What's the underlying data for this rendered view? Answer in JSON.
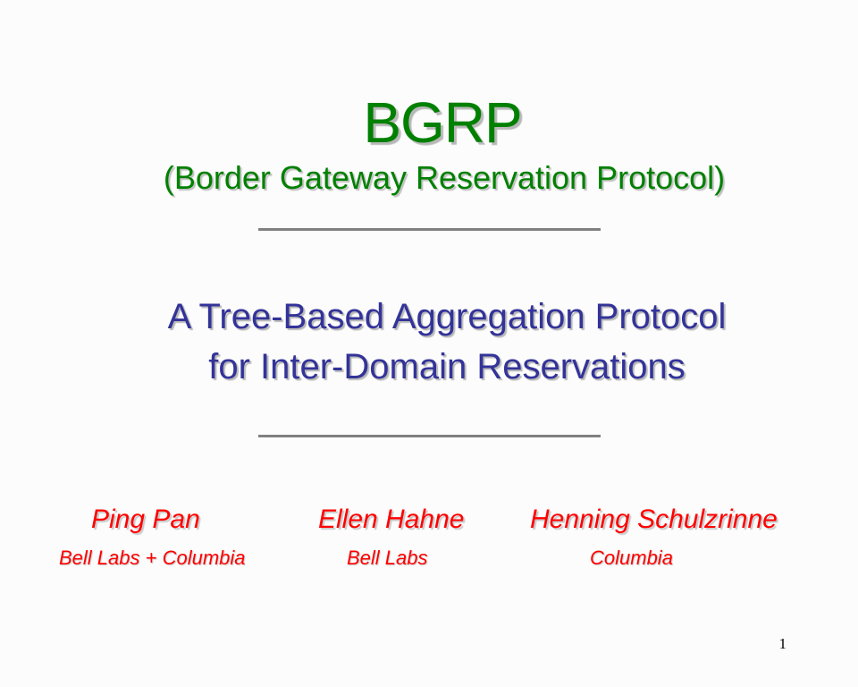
{
  "slide": {
    "title": "BGRP",
    "subtitle": "(Border Gateway Reservation Protocol)",
    "heading_line1": "A Tree-Based Aggregation Protocol",
    "heading_line2": "for Inter-Domain Reservations",
    "authors": [
      {
        "name": "Ping Pan",
        "affiliation": "Bell Labs + Columbia"
      },
      {
        "name": "Ellen Hahne",
        "affiliation": "Bell Labs"
      },
      {
        "name": "Henning Schulzrinne",
        "affiliation": "Columbia"
      }
    ],
    "page_number": "1"
  },
  "colors": {
    "title": "#008000",
    "heading": "#333399",
    "authors": "#ff0000",
    "rule": "#808080"
  }
}
